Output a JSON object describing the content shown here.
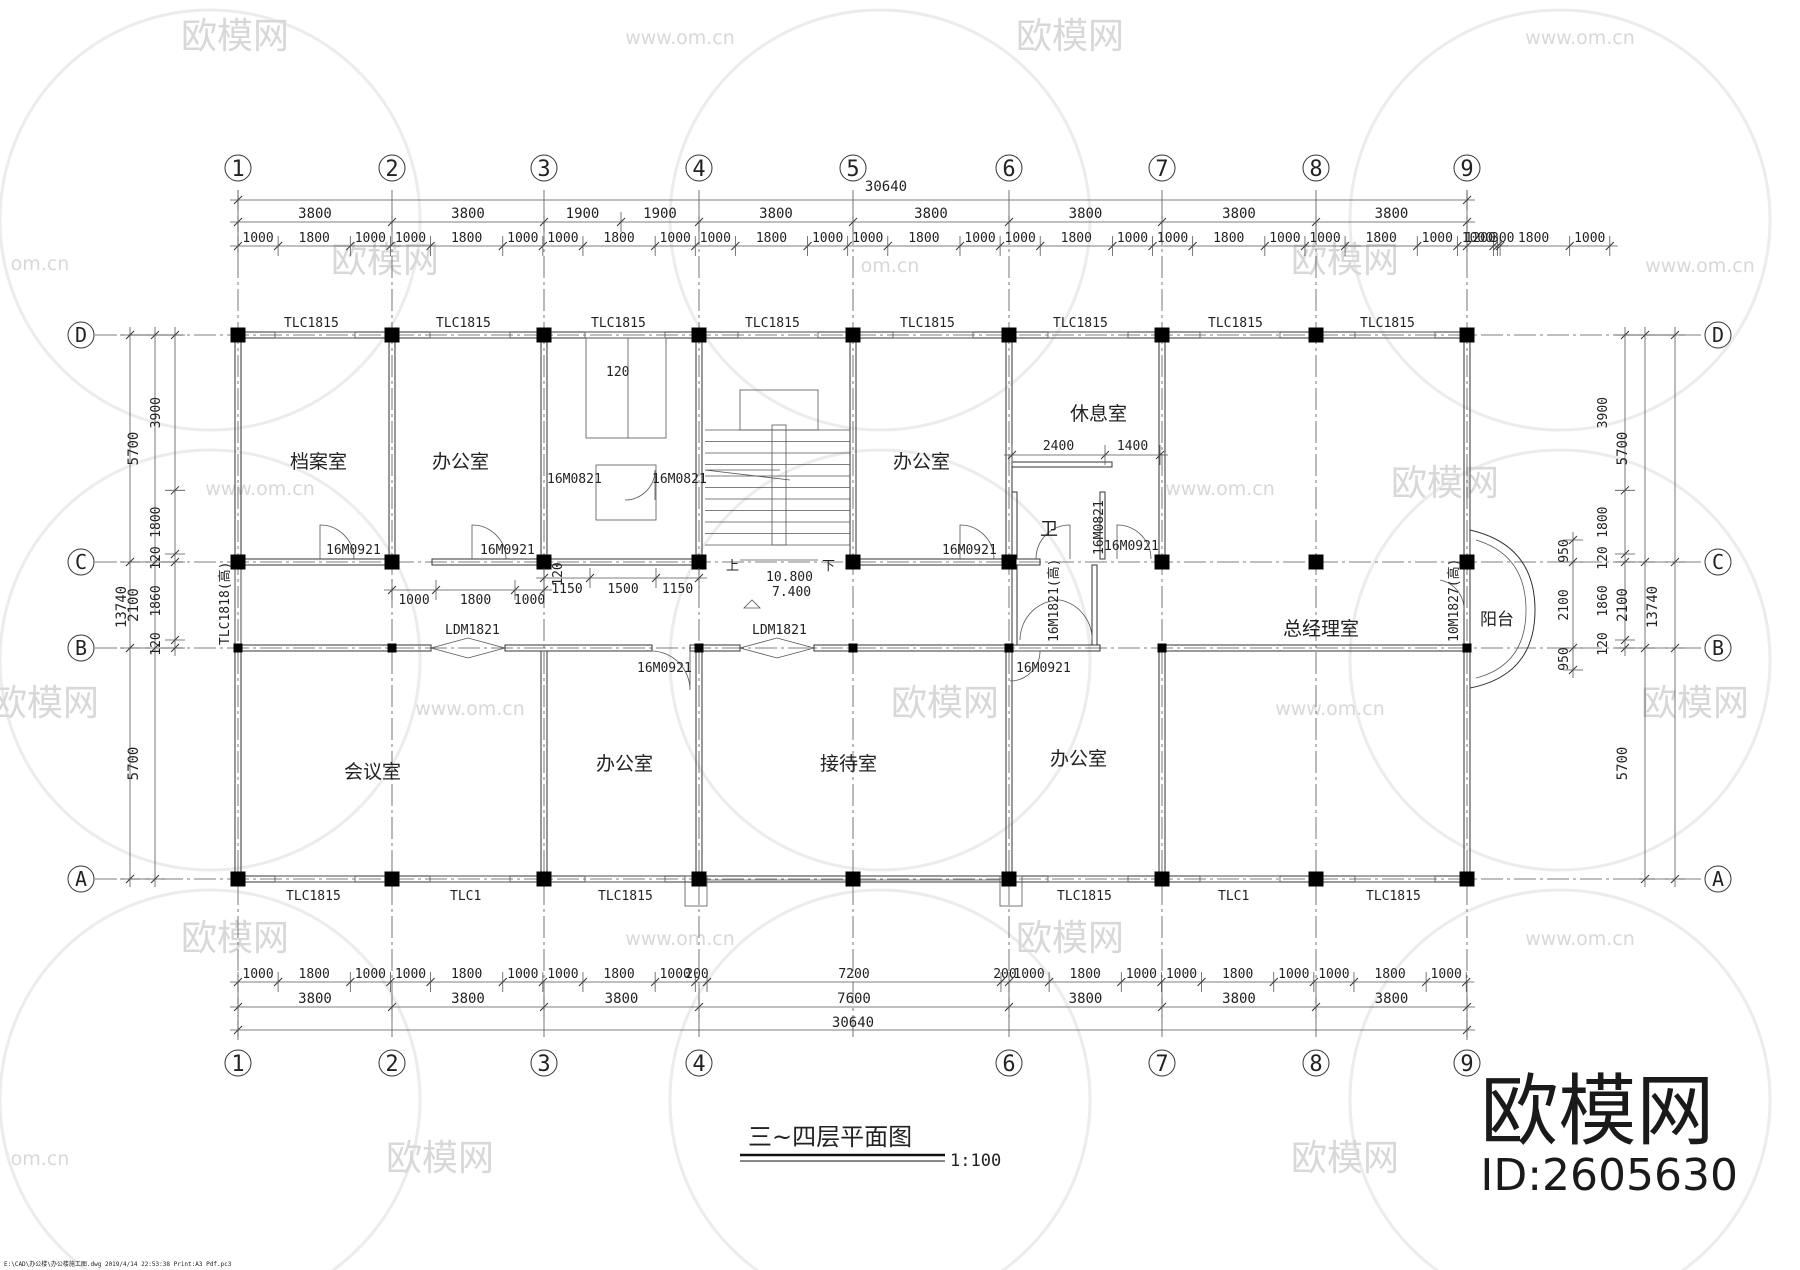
{
  "drawing": {
    "title": "三~四层平面图",
    "scale": "1:100",
    "footer_path": "E:\\CAD\\办公楼\\办公楼施工图.dwg  2019/4/14 22:53:38  Print:A3 Pdf.pc3"
  },
  "grid_labels": {
    "numbers": [
      "1",
      "2",
      "3",
      "4",
      "5",
      "6",
      "7",
      "8",
      "9"
    ],
    "letters": [
      "D",
      "C",
      "B",
      "A"
    ]
  },
  "dims_top": {
    "total": "30640",
    "spans": [
      "3800",
      "3800",
      "1900",
      "1900",
      "3800",
      "3800",
      "3800",
      "3800",
      "3800"
    ],
    "details": [
      "1000",
      "1800",
      "1000",
      "1000",
      "1800",
      "1000",
      "1000",
      "1800",
      "1000",
      "1000",
      "1800",
      "1000",
      "1000",
      "1800",
      "1000",
      "1000",
      "1800",
      "1000",
      "1000",
      "1800",
      "1000",
      "1000",
      "1800",
      "1000",
      "1000",
      "1800",
      "1000"
    ],
    "extra": [
      "1200",
      "300"
    ]
  },
  "dims_bottom": {
    "total": "30640",
    "spans": [
      "3800",
      "3800",
      "3800",
      "7600",
      "3800",
      "3800",
      "3800"
    ],
    "details_left": [
      "1000",
      "1800",
      "1000",
      "1000",
      "1800",
      "1000",
      "1000",
      "1800",
      "1000"
    ],
    "mid_small_a": "200",
    "mid_big": "7200",
    "mid_small_b": "200",
    "details_right": [
      "1000",
      "1800",
      "1000",
      "1000",
      "1800",
      "1000",
      "1000",
      "1800",
      "1000"
    ]
  },
  "dims_left": {
    "total": "13740",
    "outer": [
      "5700",
      "2100",
      "5700"
    ],
    "inner": [
      "3900",
      "1800",
      "120",
      "1860",
      "120"
    ]
  },
  "dims_right": {
    "total": "13740",
    "outer": [
      "5700",
      "2100",
      "5700"
    ],
    "inner": [
      "3900",
      "1800",
      "120",
      "1860",
      "120"
    ],
    "balcony": [
      "950",
      "2100",
      "950"
    ]
  },
  "corridor_dims": [
    "1000",
    "1800",
    "1000",
    "1150",
    "1500",
    "1150",
    "120"
  ],
  "rest_dims": [
    "2400",
    "1400"
  ],
  "rooms": {
    "archive": "档案室",
    "office_1": "办公室",
    "office_2": "办公室",
    "rest": "休息室",
    "wc": "卫",
    "meeting": "会议室",
    "office_3": "办公室",
    "reception": "接待室",
    "office_4": "办公室",
    "gm": "总经理室",
    "balcony": "阳台"
  },
  "windows_top": [
    "TLC1815",
    "TLC1815",
    "TLC1815",
    "TLC1815",
    "TLC1815",
    "TLC1815",
    "TLC1815",
    "TLC1815"
  ],
  "windows_bottom": [
    "TLC1815",
    "TLC1",
    "TLC1815",
    "TLC1815",
    "TLC1",
    "TLC1815"
  ],
  "window_side": "TLC1818(高)",
  "doors": {
    "d1": "16M0921",
    "d2": "16M0921",
    "d3": "16M0821",
    "d4": "16M0821",
    "d5": "16M0921",
    "d6": "16M0821",
    "d7": "16M0921",
    "d8": "16M0921",
    "d9": "16M0921",
    "d10": "16M1821(高)",
    "d11": "10M1827(高)",
    "ldm1": "LDM1821",
    "ldm2": "LDM1821"
  },
  "stair": {
    "up": "上",
    "down": "下",
    "elev1": "10.800",
    "elev2": "7.400",
    "tread": "120"
  },
  "brand": {
    "name": "欧模网",
    "id": "ID:2605630"
  },
  "watermark": {
    "logo": "欧模网",
    "url": "www.om.cn",
    "url_short": "om.cn"
  }
}
